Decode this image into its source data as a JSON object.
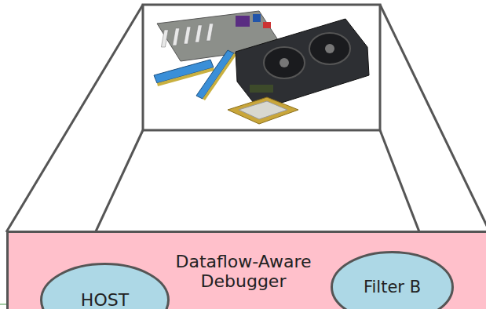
{
  "diagram": {
    "nodes": [
      {
        "text": [
          "Dataflow-Aware Debugger"
        ]
      },
      {
        "text": [
          "HOST"
        ],
        "in": 0
      },
      {
        "text": [
          "Filter B"
        ],
        "in": 0
      }
    ]
  }
}
